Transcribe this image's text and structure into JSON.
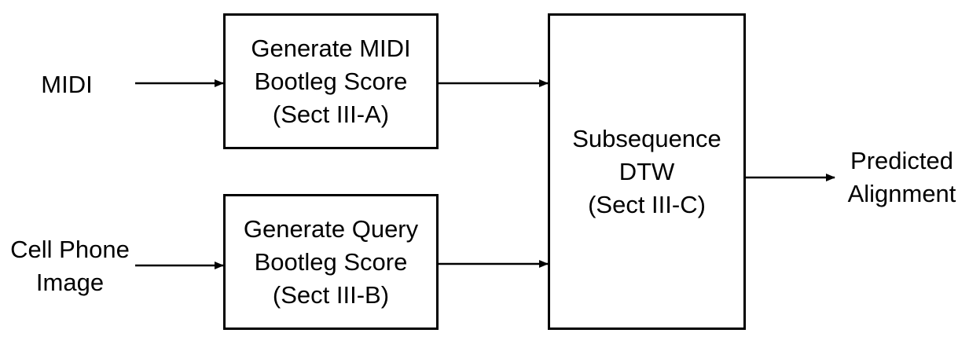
{
  "inputs": {
    "midi": "MIDI",
    "cell_phone": [
      "Cell Phone",
      "Image"
    ]
  },
  "blocks": {
    "midi_score": [
      "Generate MIDI",
      "Bootleg Score",
      "(Sect III-A)"
    ],
    "query_score": [
      "Generate Query",
      "Bootleg Score",
      "(Sect III-B)"
    ],
    "dtw": [
      "Subsequence",
      "DTW",
      "(Sect III-C)"
    ]
  },
  "output": [
    "Predicted",
    "Alignment"
  ],
  "colors": {
    "stroke": "#000000",
    "background": "#ffffff"
  }
}
